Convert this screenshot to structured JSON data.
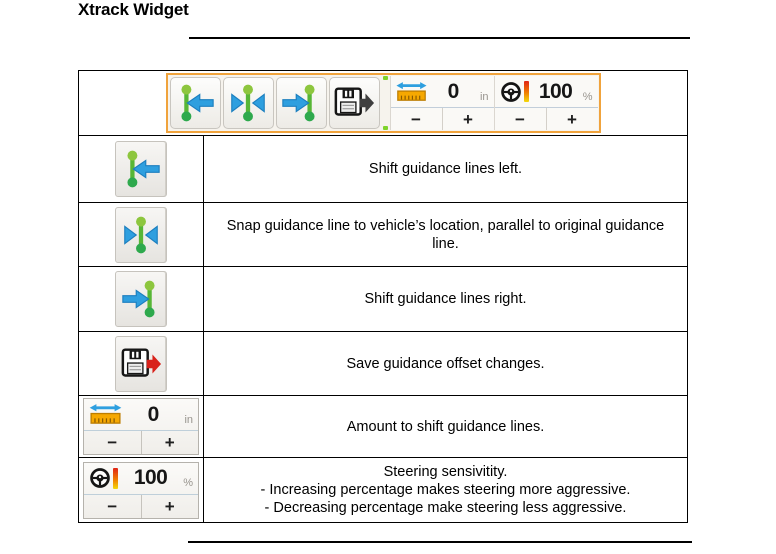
{
  "page": {
    "title": "Xtrack Widget"
  },
  "toolbar": {
    "buttons": [
      {
        "name": "shift-left"
      },
      {
        "name": "snap"
      },
      {
        "name": "shift-right"
      },
      {
        "name": "save"
      }
    ]
  },
  "steppers": {
    "offset": {
      "value": "0",
      "unit": "in"
    },
    "sensitivity": {
      "value": "100",
      "unit": "%"
    }
  },
  "controls": {
    "minus": "−",
    "plus": "+"
  },
  "icons": {
    "shift_left": "shift-left-icon",
    "snap": "snap-icon",
    "shift_right": "shift-right-icon",
    "save": "save-icon",
    "ruler": "ruler-icon",
    "steering_wheel": "steering-wheel-icon"
  },
  "table": {
    "rows": [
      {
        "icon": "shift-left-icon",
        "description": "Shift guidance lines left."
      },
      {
        "icon": "snap-icon",
        "description": "Snap guidance line to vehicle’s location, parallel to original guidance line."
      },
      {
        "icon": "shift-right-icon",
        "description": "Shift guidance lines right."
      },
      {
        "icon": "save-icon",
        "description": "Save guidance offset changes."
      },
      {
        "icon": "offset-stepper",
        "description": "Amount to shift guidance lines."
      },
      {
        "icon": "sensitivity-stepper",
        "lines": [
          "Steering sensivitity.",
          "- Increasing percentage makes steering more aggressive.",
          "- Decreasing percentage make steering less aggressive."
        ]
      }
    ]
  },
  "colors": {
    "toolbar_border": "#F0A33C",
    "arrow_blue": "#2E9FDF",
    "guidance_green": "#57B636",
    "save_arrow_red": "#D8211A",
    "ruler_amber": "#F6A800",
    "table_border": "#000000"
  }
}
